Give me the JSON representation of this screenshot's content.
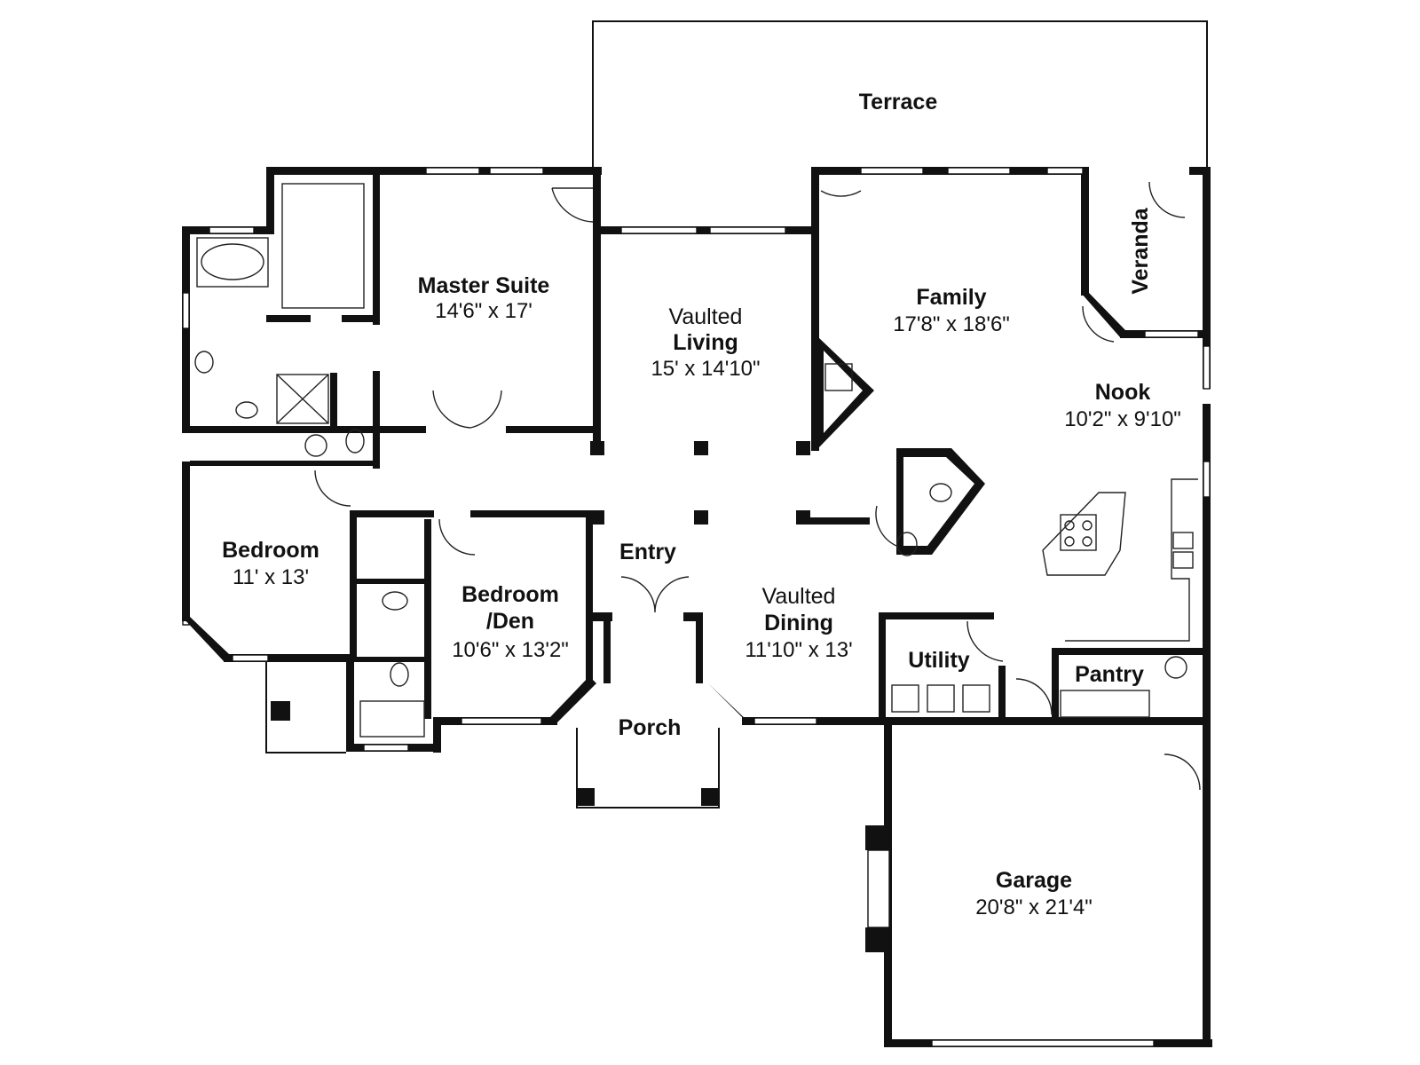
{
  "rooms": {
    "terrace": {
      "name": "Terrace"
    },
    "master_suite": {
      "name": "Master Suite",
      "dim": "14'6\" x 17'"
    },
    "living": {
      "prefix": "Vaulted",
      "name": "Living",
      "dim": "15' x 14'10\""
    },
    "family": {
      "name": "Family",
      "dim": "17'8\" x 18'6\""
    },
    "veranda": {
      "name": "Veranda"
    },
    "nook": {
      "name": "Nook",
      "dim": "10'2\" x 9'10\""
    },
    "bedroom": {
      "name": "Bedroom",
      "dim": "11' x 13'"
    },
    "bedroom_den": {
      "name_line1": "Bedroom",
      "name_line2": "/Den",
      "dim": "10'6\" x 13'2\""
    },
    "entry": {
      "name": "Entry"
    },
    "dining": {
      "prefix": "Vaulted",
      "name": "Dining",
      "dim": "11'10\" x 13'"
    },
    "utility": {
      "name": "Utility"
    },
    "pantry": {
      "name": "Pantry"
    },
    "porch": {
      "name": "Porch"
    },
    "garage": {
      "name": "Garage",
      "dim": "20'8\" x 21'4\""
    }
  }
}
